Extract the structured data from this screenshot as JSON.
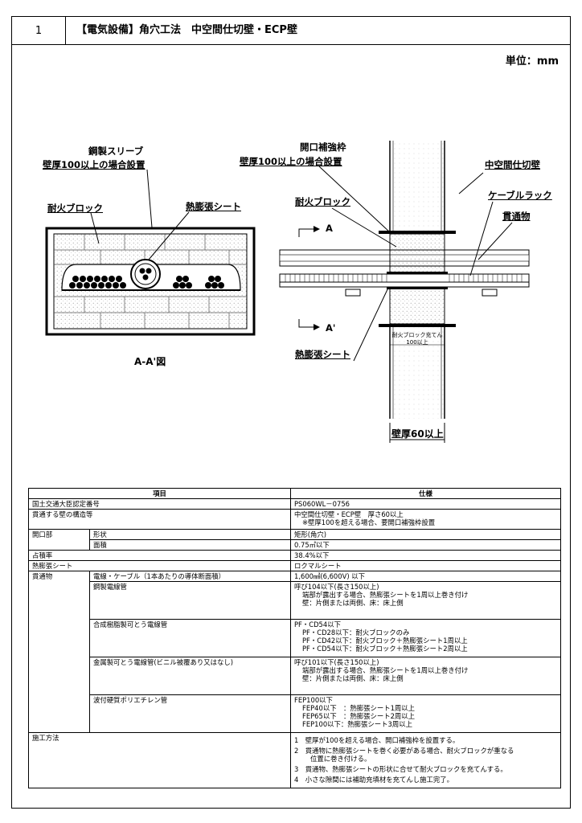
{
  "header": {
    "number": "1",
    "title": "【電気設備】角穴工法　中空間仕切壁・ECP壁"
  },
  "unit": "単位：mm",
  "drawing": {
    "left_labels": {
      "sleeve": "鋼製スリーブ",
      "sleeve_note": "壁厚100以上の場合設置",
      "fire_block": "耐火ブロック",
      "intumescent": "熱膨張シート"
    },
    "left_caption": "A-A'図",
    "right_labels": {
      "frame": "開口補強枠",
      "frame_note": "壁厚100以上の場合設置",
      "fire_block": "耐火ブロック",
      "hollow_wall": "中空間仕切壁",
      "cable_rack": "ケーブルラック",
      "penetrant": "貫通物",
      "section_a": "A",
      "section_a2": "A'",
      "fill_note_1": "耐火ブロック充てん",
      "fill_note_2": "100以上",
      "intumescent": "熱膨張シート",
      "wall_thickness": "壁厚60以上"
    }
  },
  "spec_table": {
    "col_item": "項目",
    "col_spec": "仕様",
    "rows": {
      "cert_label": "国土交通大臣認定番号",
      "cert_value": "PS060WL－0756",
      "wall_label": "貫通する壁の構造等",
      "wall_value_1": "中空間仕切壁・ECP壁　厚さ60以上",
      "wall_value_2": "※壁厚100を超える場合、要開口補強枠設置",
      "opening_label": "開口部",
      "shape_label": "形状",
      "shape_value": "矩形(角穴)",
      "area_label": "面積",
      "area_value": "0.75㎡以下",
      "occupancy_label": "占積率",
      "occupancy_value": "38.4%以下",
      "sheet_label": "熱膨張シート",
      "sheet_value": "ロクマルシート",
      "penetrant_label": "貫通物",
      "cable_label": "電線・ケーブル（1本あたりの導体断面積）",
      "cable_value": "1,600㎟(6,600V) 以下",
      "steel_label": "鋼製電線管",
      "steel_value_1": "呼び104以下(長さ150以上)",
      "steel_value_2": "端部が露出する場合、熱膨張シートを1周以上巻き付け",
      "steel_value_3": "壁：片側または両側、床：床上側",
      "resin_label": "合成樹脂製可とう電線管",
      "resin_value_1": "PF・CD54以下",
      "resin_value_2": "PF・CD28以下：耐火ブロックのみ",
      "resin_value_3": "PF・CD42以下：耐火ブロック＋熱膨張シート1周以上",
      "resin_value_4": "PF・CD54以下：耐火ブロック＋熱膨張シート2周以上",
      "metal_label": "金属製可とう電線管(ビニル被覆あり又はなし)",
      "metal_value_1": "呼び101以下(長さ150以上)",
      "metal_value_2": "端部が露出する場合、熱膨張シートを1周以上巻き付け",
      "metal_value_3": "壁：片側または両側、床：床上側",
      "fep_label": "波付硬質ポリエチレン管",
      "fep_value_1": "FEP100以下",
      "fep_value_2": "FEP40以下　：熱膨張シート1周以上",
      "fep_value_3": "FEP65以下　：熱膨張シート2周以上",
      "fep_value_4": "FEP100以下：熱膨張シート3周以上",
      "method_label": "施工方法",
      "method_1": "1　壁厚が100を超える場合、開口補強枠を設置する。",
      "method_2": "2　貫通物に熱膨張シートを巻く必要がある場合、耐火ブロックが重なる",
      "method_2b": "位置に巻き付ける。",
      "method_3": "3　貫通物、熱膨張シートの形状に合せて耐火ブロックを充てんする。",
      "method_4": "4　小さな隙間には補助充填材を充てんし施工完了。"
    }
  }
}
